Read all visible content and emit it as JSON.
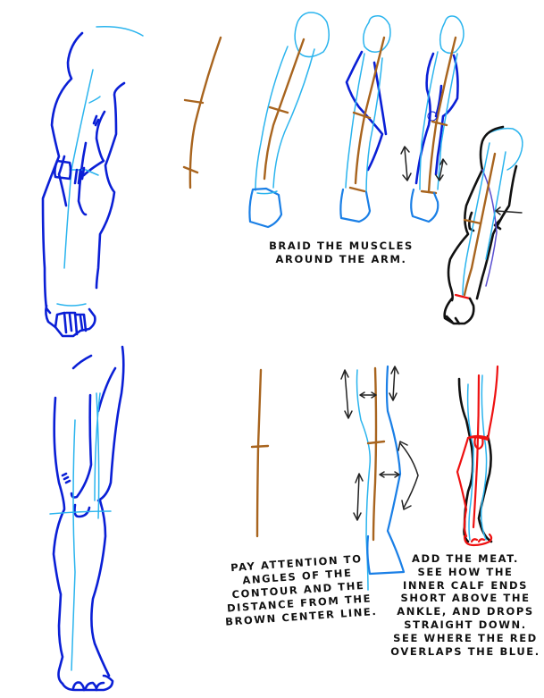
{
  "page": {
    "subject": "Drawing tutorial: braiding muscles on the arm and leg",
    "background_color": "#ffffff"
  },
  "colors": {
    "dark_blue_contour": "#0a1fd6",
    "light_blue_guide": "#2ab4ee",
    "brown_center_line": "#a8641e",
    "black_final_line": "#111111",
    "red_overlay": "#ee1111"
  },
  "captions": {
    "arm": {
      "lines": [
        "Braid the muscles",
        "around the arm."
      ]
    },
    "contour": {
      "lines": [
        "Pay attention to",
        "angles of the",
        "contour and the",
        "distance from the",
        "brown center line."
      ]
    },
    "meat": {
      "lines": [
        "Add the meat.",
        "See how the",
        "inner calf ends",
        "short above the",
        "ankle, and drops",
        "straight down.",
        "See where the red",
        "overlaps the blue."
      ]
    }
  },
  "figures": [
    {
      "id": "arm-finished",
      "row": "arm",
      "step": 0,
      "description": "Finished blue arm drawing"
    },
    {
      "id": "arm-step-1",
      "row": "arm",
      "step": 1,
      "description": "Brown center line with tick marks"
    },
    {
      "id": "arm-step-2",
      "row": "arm",
      "step": 2,
      "description": "Light blue tube around center line with shoulder ball and fist"
    },
    {
      "id": "arm-step-3",
      "row": "arm",
      "step": 3,
      "description": "Dark blue muscle shapes added"
    },
    {
      "id": "arm-step-4",
      "row": "arm",
      "step": 4,
      "description": "Second muscle braid with arrows"
    },
    {
      "id": "arm-step-5",
      "row": "arm",
      "step": 5,
      "description": "Final black contour over guides"
    },
    {
      "id": "leg-finished",
      "row": "leg",
      "step": 0,
      "description": "Finished blue leg drawing"
    },
    {
      "id": "leg-step-1",
      "row": "leg",
      "step": 1,
      "description": "Brown center line with knee tick"
    },
    {
      "id": "leg-step-2",
      "row": "leg",
      "step": 2,
      "description": "Blue contours with distance arrows"
    },
    {
      "id": "leg-step-3",
      "row": "leg",
      "step": 3,
      "description": "Red, blue and black overlay of leg contour"
    }
  ]
}
